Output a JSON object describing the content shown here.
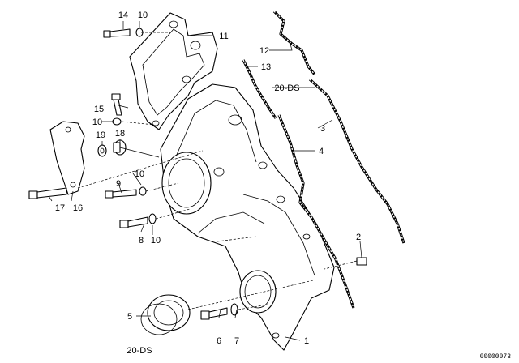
{
  "diagram": {
    "image_code": "00000073",
    "callouts": {
      "p1": "1",
      "p2": "2",
      "p3": "3",
      "p4": "4",
      "p5": "5",
      "p6": "6",
      "p7": "7",
      "p8": "8",
      "p9": "9",
      "p10a": "10",
      "p10b": "10",
      "p10c": "10",
      "p10d": "10",
      "p11": "11",
      "p12": "12",
      "p13": "13",
      "p14": "14",
      "p15": "15",
      "p16": "16",
      "p17": "17",
      "p18": "18",
      "p19": "19",
      "ds_a": "20-DS",
      "ds_b": "20-DS"
    }
  }
}
